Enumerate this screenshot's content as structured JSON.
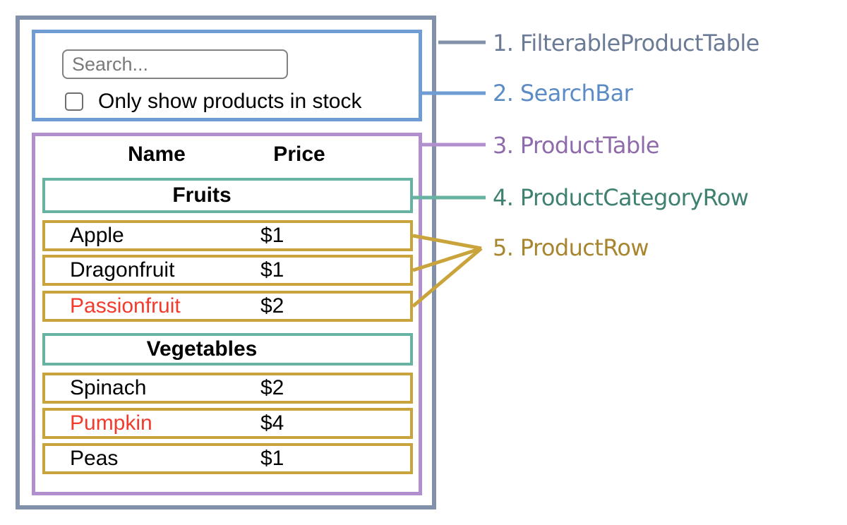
{
  "search_bar": {
    "input_placeholder": "Search...",
    "checkbox_label": "Only show products in stock",
    "checkbox_checked": false
  },
  "product_table": {
    "headers": {
      "name": "Name",
      "price": "Price"
    },
    "groups": [
      {
        "category": "Fruits",
        "products": [
          {
            "name": "Apple",
            "price": "$1",
            "out_of_stock": false
          },
          {
            "name": "Dragonfruit",
            "price": "$1",
            "out_of_stock": false
          },
          {
            "name": "Passionfruit",
            "price": "$2",
            "out_of_stock": true
          }
        ]
      },
      {
        "category": "Vegetables",
        "products": [
          {
            "name": "Spinach",
            "price": "$2",
            "out_of_stock": false
          },
          {
            "name": "Pumpkin",
            "price": "$4",
            "out_of_stock": true
          },
          {
            "name": "Peas",
            "price": "$1",
            "out_of_stock": false
          }
        ]
      }
    ]
  },
  "legend": {
    "items": [
      {
        "label": "1. FilterableProductTable",
        "color": "#6b7b95"
      },
      {
        "label": "2. SearchBar",
        "color": "#5c8cc6"
      },
      {
        "label": "3. ProductTable",
        "color": "#8f6bab"
      },
      {
        "label": "4. ProductCategoryRow",
        "color": "#3f8170"
      },
      {
        "label": "5. ProductRow",
        "color": "#a8862f"
      }
    ]
  },
  "colors": {
    "filterable_product_table_border": "#8290a9",
    "search_bar_border": "#6f9cd3",
    "product_table_border": "#b18fce",
    "product_category_row_border": "#68b2a2",
    "product_row_border": "#c9a43c",
    "out_of_stock_text": "#f23b2c"
  }
}
